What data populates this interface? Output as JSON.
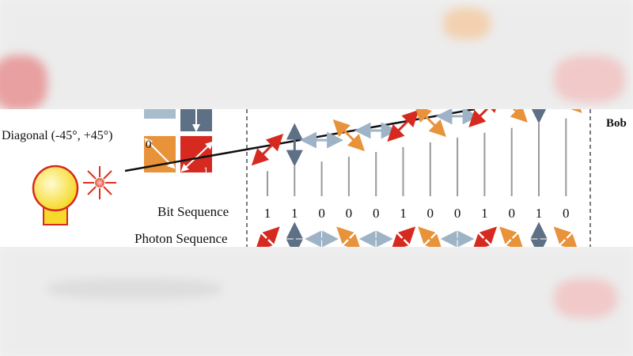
{
  "labels": {
    "diagonal_basis": "Diagonal (-45°, +45°)",
    "bit_sequence": "Bit Sequence",
    "photon_sequence": "Photon Sequence",
    "receiver": "Bob",
    "filter_zero": "0",
    "filter_one": "1"
  },
  "bits": [
    "1",
    "1",
    "0",
    "0",
    "0",
    "1",
    "0",
    "0",
    "1",
    "0",
    "1",
    "0"
  ],
  "photons": [
    "diag-red",
    "vertical",
    "horizontal",
    "diag-orange",
    "horizontal",
    "diag-red",
    "diag-orange",
    "horizontal",
    "diag-red",
    "diag-orange",
    "vertical",
    "diag-orange"
  ],
  "colors": {
    "diag_red": "#d62a20",
    "diag_orange": "#e8923a",
    "vertical": "#5d7085",
    "horizontal": "#9eb4c6",
    "line": "#111111",
    "source": "#f7e23a"
  }
}
